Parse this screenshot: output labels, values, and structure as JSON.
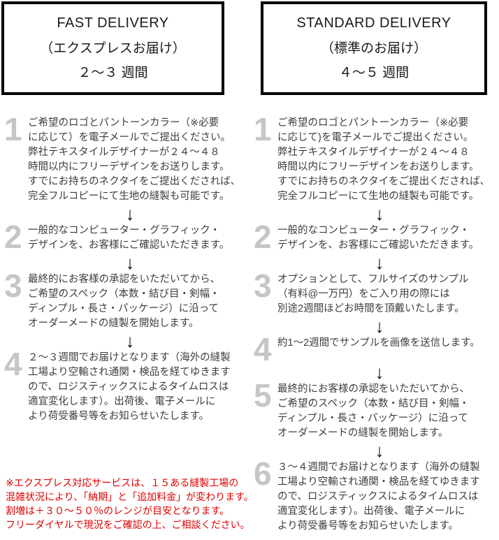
{
  "colors": {
    "step_number_gray": "#c6c6c6",
    "body_text": "#3d3d3d",
    "heading_text": "#1a1a1a",
    "note_red": "#dd0000",
    "box_border_black": "#000000",
    "arrow_black": "#111111"
  },
  "icons": {
    "arrow_down_glyph": "↓"
  },
  "columns": [
    {
      "name": "fast",
      "header": {
        "title": "FAST DELIVERY",
        "subtitle": "（エクスプレスお届け）",
        "duration": "２～３ 週間"
      },
      "steps": [
        {
          "number": "1",
          "lines": [
            "ご希望のロゴとパントーンカラー（※必要",
            "に応じて）を電子メールでご提出ください。",
            "弊社テキスタイルデザイナーが２４～４８",
            "時間以内にフリーデザインをお送りします。",
            "すでにお持ちのネクタイをご提出くだされば、",
            "完全フルコピーにて生地の縫製も可能です。"
          ]
        },
        {
          "number": "2",
          "lines": [
            "一般的なコンピューター・グラフィック・",
            "デザインを、お客様にご確認いただきます。"
          ]
        },
        {
          "number": "3",
          "lines": [
            "最終的にお客様の承認をいただいてから、",
            "ご希望のスペック（本数・結び目・剣幅・",
            "ディンプル・長さ・パッケージ）に沿って",
            "オーダーメードの縫製を開始します。"
          ]
        },
        {
          "number": "4",
          "lines": [
            "２～３週間でお届けとなります（海外の縫製",
            "工場より空輸され通関・検品を経てゆきます",
            "ので、ロジスティックスによるタイムロスは",
            "適宜変化します）。出荷後、電子メールに",
            "より荷受番号等をお知らせいたします。"
          ]
        }
      ],
      "note": {
        "lines": [
          "※エクスプレス対応サービスは、１５ある縫製工場の",
          "混雑状況により、「納期」と「追加料金」が変わります。",
          "割増は＋３０～５０％のレンジが目安となります。",
          "フリーダイヤルで現況をご確認の上、ご相談ください。"
        ]
      }
    },
    {
      "name": "standard",
      "header": {
        "title": "STANDARD DELIVERY",
        "subtitle": "（標準のお届け）",
        "duration": "４～５ 週間"
      },
      "steps": [
        {
          "number": "1",
          "lines": [
            "ご希望のロゴとパントーンカラー（※必要",
            "に応じて)を電子メールでご提出ください。",
            "弊社テキスタイルデザイナーが２４～４８",
            "時間以内にフリーデザインをお送りします。",
            "すでにお持ちのネクタイをご提出くだされば、",
            "完全フルコピーにて生地の縫製も可能です。"
          ]
        },
        {
          "number": "2",
          "lines": [
            "一般的なコンピューター・グラフィック・",
            "デザインを、お客様にご確認いただきます。"
          ]
        },
        {
          "number": "3",
          "lines": [
            "オプションとして、フルサイズのサンプル",
            "（有料@一万円）をご入り用の際には",
            "別途2週間ほどお時間を頂戴いたします。"
          ]
        },
        {
          "number": "4",
          "lines": [
            "約1～2週間でサンプルを画像を送信します。"
          ]
        },
        {
          "number": "5",
          "lines": [
            "最終的にお客様の承認をいただいてから、",
            "ご希望のスペック（本数・結び目・剣幅・",
            "ディンプル・長さ・パッケージ）に沿って",
            "オーダーメードの縫製を開始します。"
          ]
        },
        {
          "number": "6",
          "lines": [
            "３～４週間でお届けとなります（海外の縫製",
            "工場より空輸され通関・検品を経てゆきます",
            "ので、ロジスティックスによるタイムロスは",
            "適宜変化します）。出荷後、電子メールに",
            "より荷受番号等をお知らせいたします。"
          ]
        }
      ]
    }
  ]
}
